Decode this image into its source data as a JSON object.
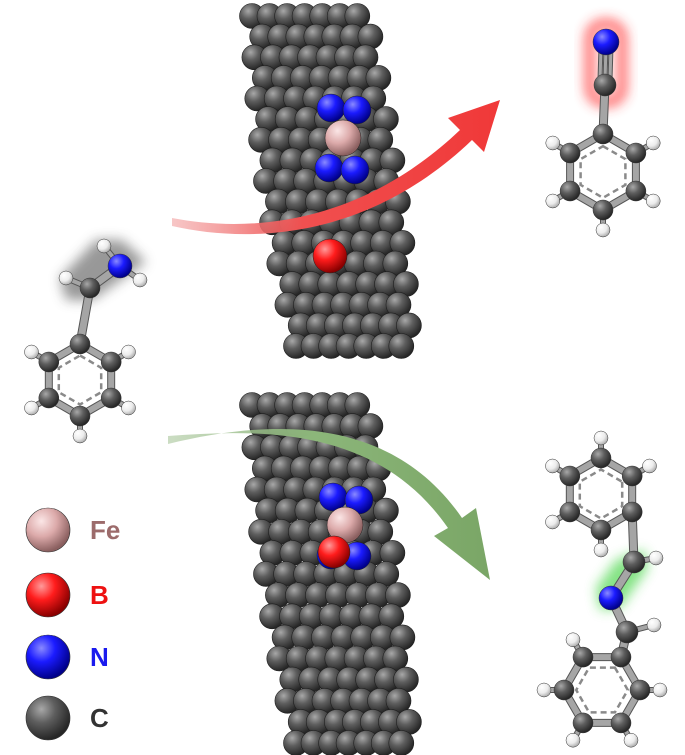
{
  "legend": [
    {
      "symbol": "Fe",
      "color": "#9c6b6b",
      "atom_color": "#e8b8b8"
    },
    {
      "symbol": "B",
      "color": "#ee1111",
      "atom_color": "#ff2020"
    },
    {
      "symbol": "N",
      "color": "#1a1aee",
      "atom_color": "#1b1bff"
    },
    {
      "symbol": "C",
      "color": "#333333",
      "atom_color": "#555555"
    }
  ],
  "colors": {
    "arrow_top": "#f04040",
    "arrow_bottom": "#80ad6a",
    "carbon": "#5a5a5a",
    "hydrogen": "#f2f2f2",
    "nitrogen": "#1b1bff",
    "iron": "#e8b8b8",
    "boron": "#ff2020",
    "glow_red": "#ff3030",
    "glow_green": "#30d030",
    "glow_gray": "#444444"
  },
  "icons": {
    "top_sheet": "fen4-b-doped-graphene-sheet",
    "bottom_sheet": "fen4-b-adjacent-graphene-sheet",
    "reactant": "benzylamine-molecule",
    "top_product": "benzonitrile-molecule",
    "bottom_product": "n-benzylidenebenzylamine-molecule"
  }
}
